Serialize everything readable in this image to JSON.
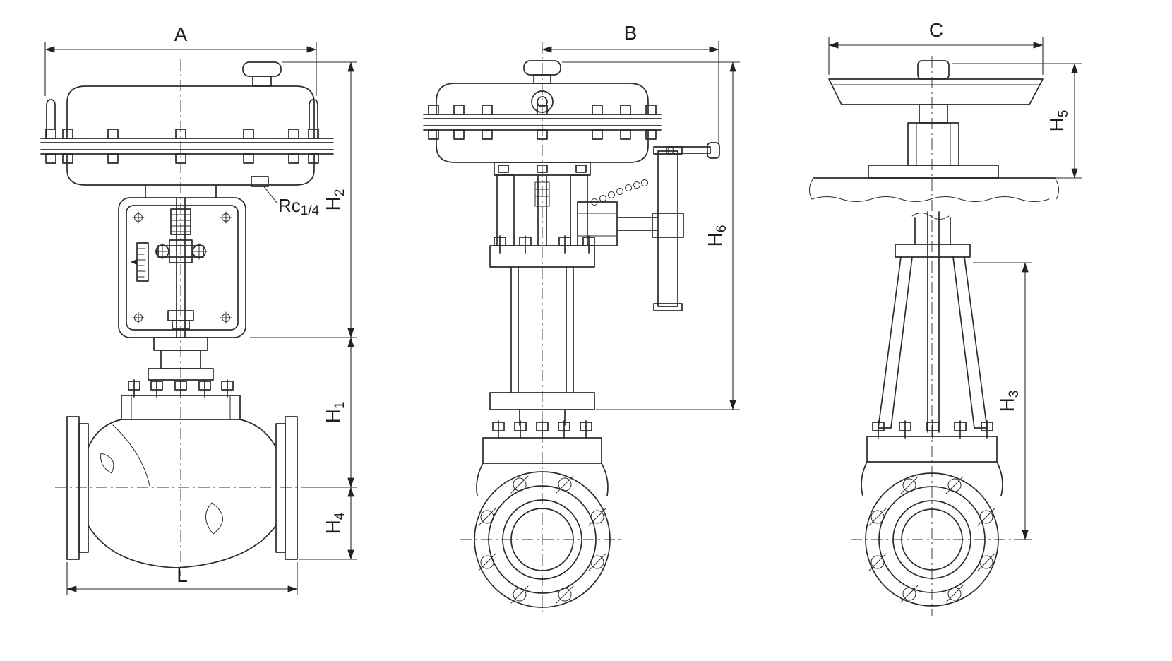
{
  "colors": {
    "line_color": "#2b2b2b",
    "background": "#ffffff",
    "text_color": "#1c1c1c"
  },
  "dimensions": {
    "A": {
      "base": "A",
      "sub": ""
    },
    "B": {
      "base": "B",
      "sub": ""
    },
    "C": {
      "base": "C",
      "sub": ""
    },
    "L": {
      "base": "L",
      "sub": ""
    },
    "H1": {
      "base": "H",
      "sub": "1"
    },
    "H2": {
      "base": "H",
      "sub": "2"
    },
    "H3": {
      "base": "H",
      "sub": "3"
    },
    "H4": {
      "base": "H",
      "sub": "4"
    },
    "H5": {
      "base": "H",
      "sub": "5"
    },
    "H6": {
      "base": "H",
      "sub": "6"
    },
    "port": {
      "base": "Rc",
      "sub": "1/4"
    }
  }
}
